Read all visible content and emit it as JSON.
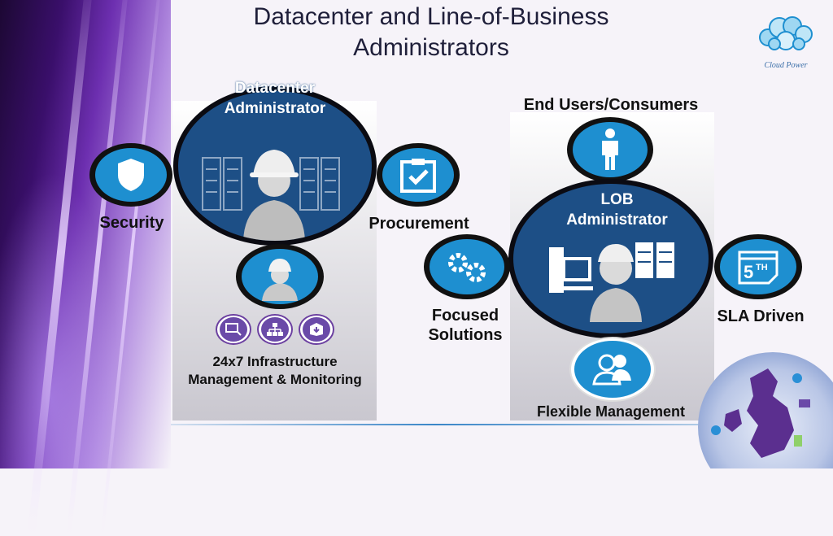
{
  "slide": {
    "title": "Datacenter and Line-of-Business  Administrators",
    "logo_text": "Cloud Power"
  },
  "datacenter": {
    "title": "Datacenter Administrator",
    "nodes": {
      "security": "Security",
      "procurement": "Procurement",
      "infra": "24x7 Infrastructure Management & Monitoring"
    }
  },
  "lob": {
    "header": "End Users/Consumers",
    "title": "LOB Administrator",
    "nodes": {
      "focused": "Focused Solutions",
      "sla": "SLA Driven",
      "flexible": "Flexible Management"
    }
  },
  "colors": {
    "circle_blue": "#1d4f86",
    "icon_blue": "#1e8fd0",
    "ring_black": "#111111",
    "purple_icon": "#6a4aa8"
  }
}
